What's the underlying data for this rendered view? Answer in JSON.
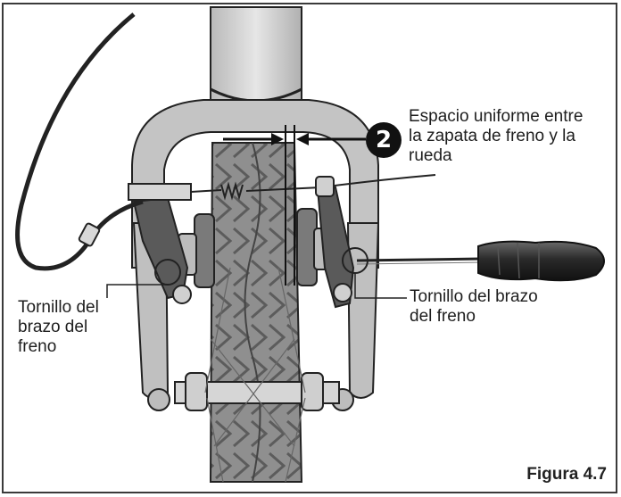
{
  "labels": {
    "gap_note": "Espacio uniforme entre\nla zapata de freno y la\nrueda",
    "step_number": "2",
    "left_screw": "Tornillo del\nbrazo del\nfreno",
    "right_screw": "Tornillo del brazo\ndel freno",
    "figure_caption": "Figura 4.7"
  },
  "colors": {
    "frame_fill": "#c4c4c4",
    "tire_fill": "#8f8f8f",
    "outline": "#222222",
    "badge": "#111111",
    "screwdriver_handle": "#2b2b2b"
  },
  "icons": {
    "screwdriver": "screwdriver-icon",
    "step_badge": "numbered-circle-icon"
  }
}
